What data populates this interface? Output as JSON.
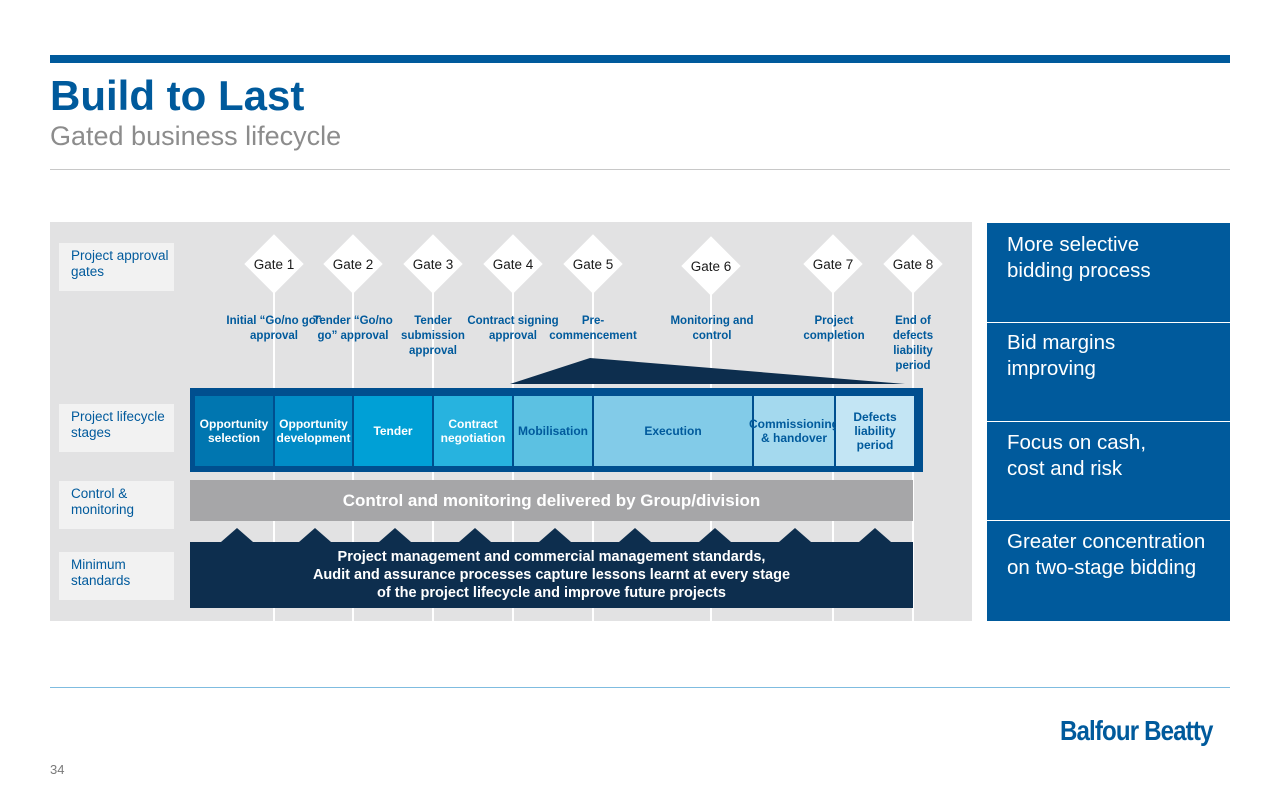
{
  "header": {
    "title": "Build to Last",
    "subtitle": "Gated business lifecycle"
  },
  "row_labels": {
    "gates": "Project approval gates",
    "stages": "Project lifecycle stages",
    "control": "Control & monitoring",
    "standards": "Minimum standards"
  },
  "gates": [
    {
      "label": "Gate 1",
      "milestone": "Initial “Go/no go” approval"
    },
    {
      "label": "Gate 2",
      "milestone": "Tender “Go/no go” approval"
    },
    {
      "label": "Gate 3",
      "milestone": "Tender submission approval"
    },
    {
      "label": "Gate 4",
      "milestone": "Contract signing approval"
    },
    {
      "label": "Gate 5",
      "milestone": "Pre- commencement"
    },
    {
      "label": "Gate 6",
      "milestone": "Monitoring and control"
    },
    {
      "label": "Gate 7",
      "milestone": "Project completion"
    },
    {
      "label": "Gate 8",
      "milestone": "End of defects liability period"
    }
  ],
  "stages": [
    {
      "label": "Opportunity selection",
      "color": "#0076B0",
      "text_color": "#FFFFFF"
    },
    {
      "label": "Opportunity development",
      "color": "#008BC6",
      "text_color": "#FFFFFF"
    },
    {
      "label": "Tender",
      "color": "#00A0D6",
      "text_color": "#FFFFFF"
    },
    {
      "label": "Contract negotiation",
      "color": "#27B3DF",
      "text_color": "#FFFFFF"
    },
    {
      "label": "Mobilisation",
      "color": "#5CC1E2",
      "text_color": "#005A9C"
    },
    {
      "label": "Execution",
      "color": "#82CBE8",
      "text_color": "#005A9C"
    },
    {
      "label": "Commissioning & handover",
      "color": "#A4D9EE",
      "text_color": "#005A9C"
    },
    {
      "label": "Defects liability period",
      "color": "#C3E5F4",
      "text_color": "#005A9C"
    }
  ],
  "control": "Control and monitoring delivered by Group/division",
  "standards": {
    "line1": "Project management and commercial management standards,",
    "line2": "Audit and assurance processes capture lessons learnt at every stage",
    "line3": "of the project lifecycle and improve future projects"
  },
  "right_panel": [
    {
      "line1": "More selective",
      "line2": "bidding process"
    },
    {
      "line1": "Bid margins",
      "line2": "improving"
    },
    {
      "line1": "Focus on cash,",
      "line2": "cost and risk"
    },
    {
      "line1": "Greater concentration",
      "line2": "on two-stage bidding"
    }
  ],
  "footer": {
    "page_number": "34",
    "logo": "Balfour Beatty"
  },
  "colors": {
    "brand_blue": "#005A9C",
    "navy": "#0D2E4E",
    "control_grey": "#A6A6A8",
    "panel_bg": "#E2E2E3"
  }
}
